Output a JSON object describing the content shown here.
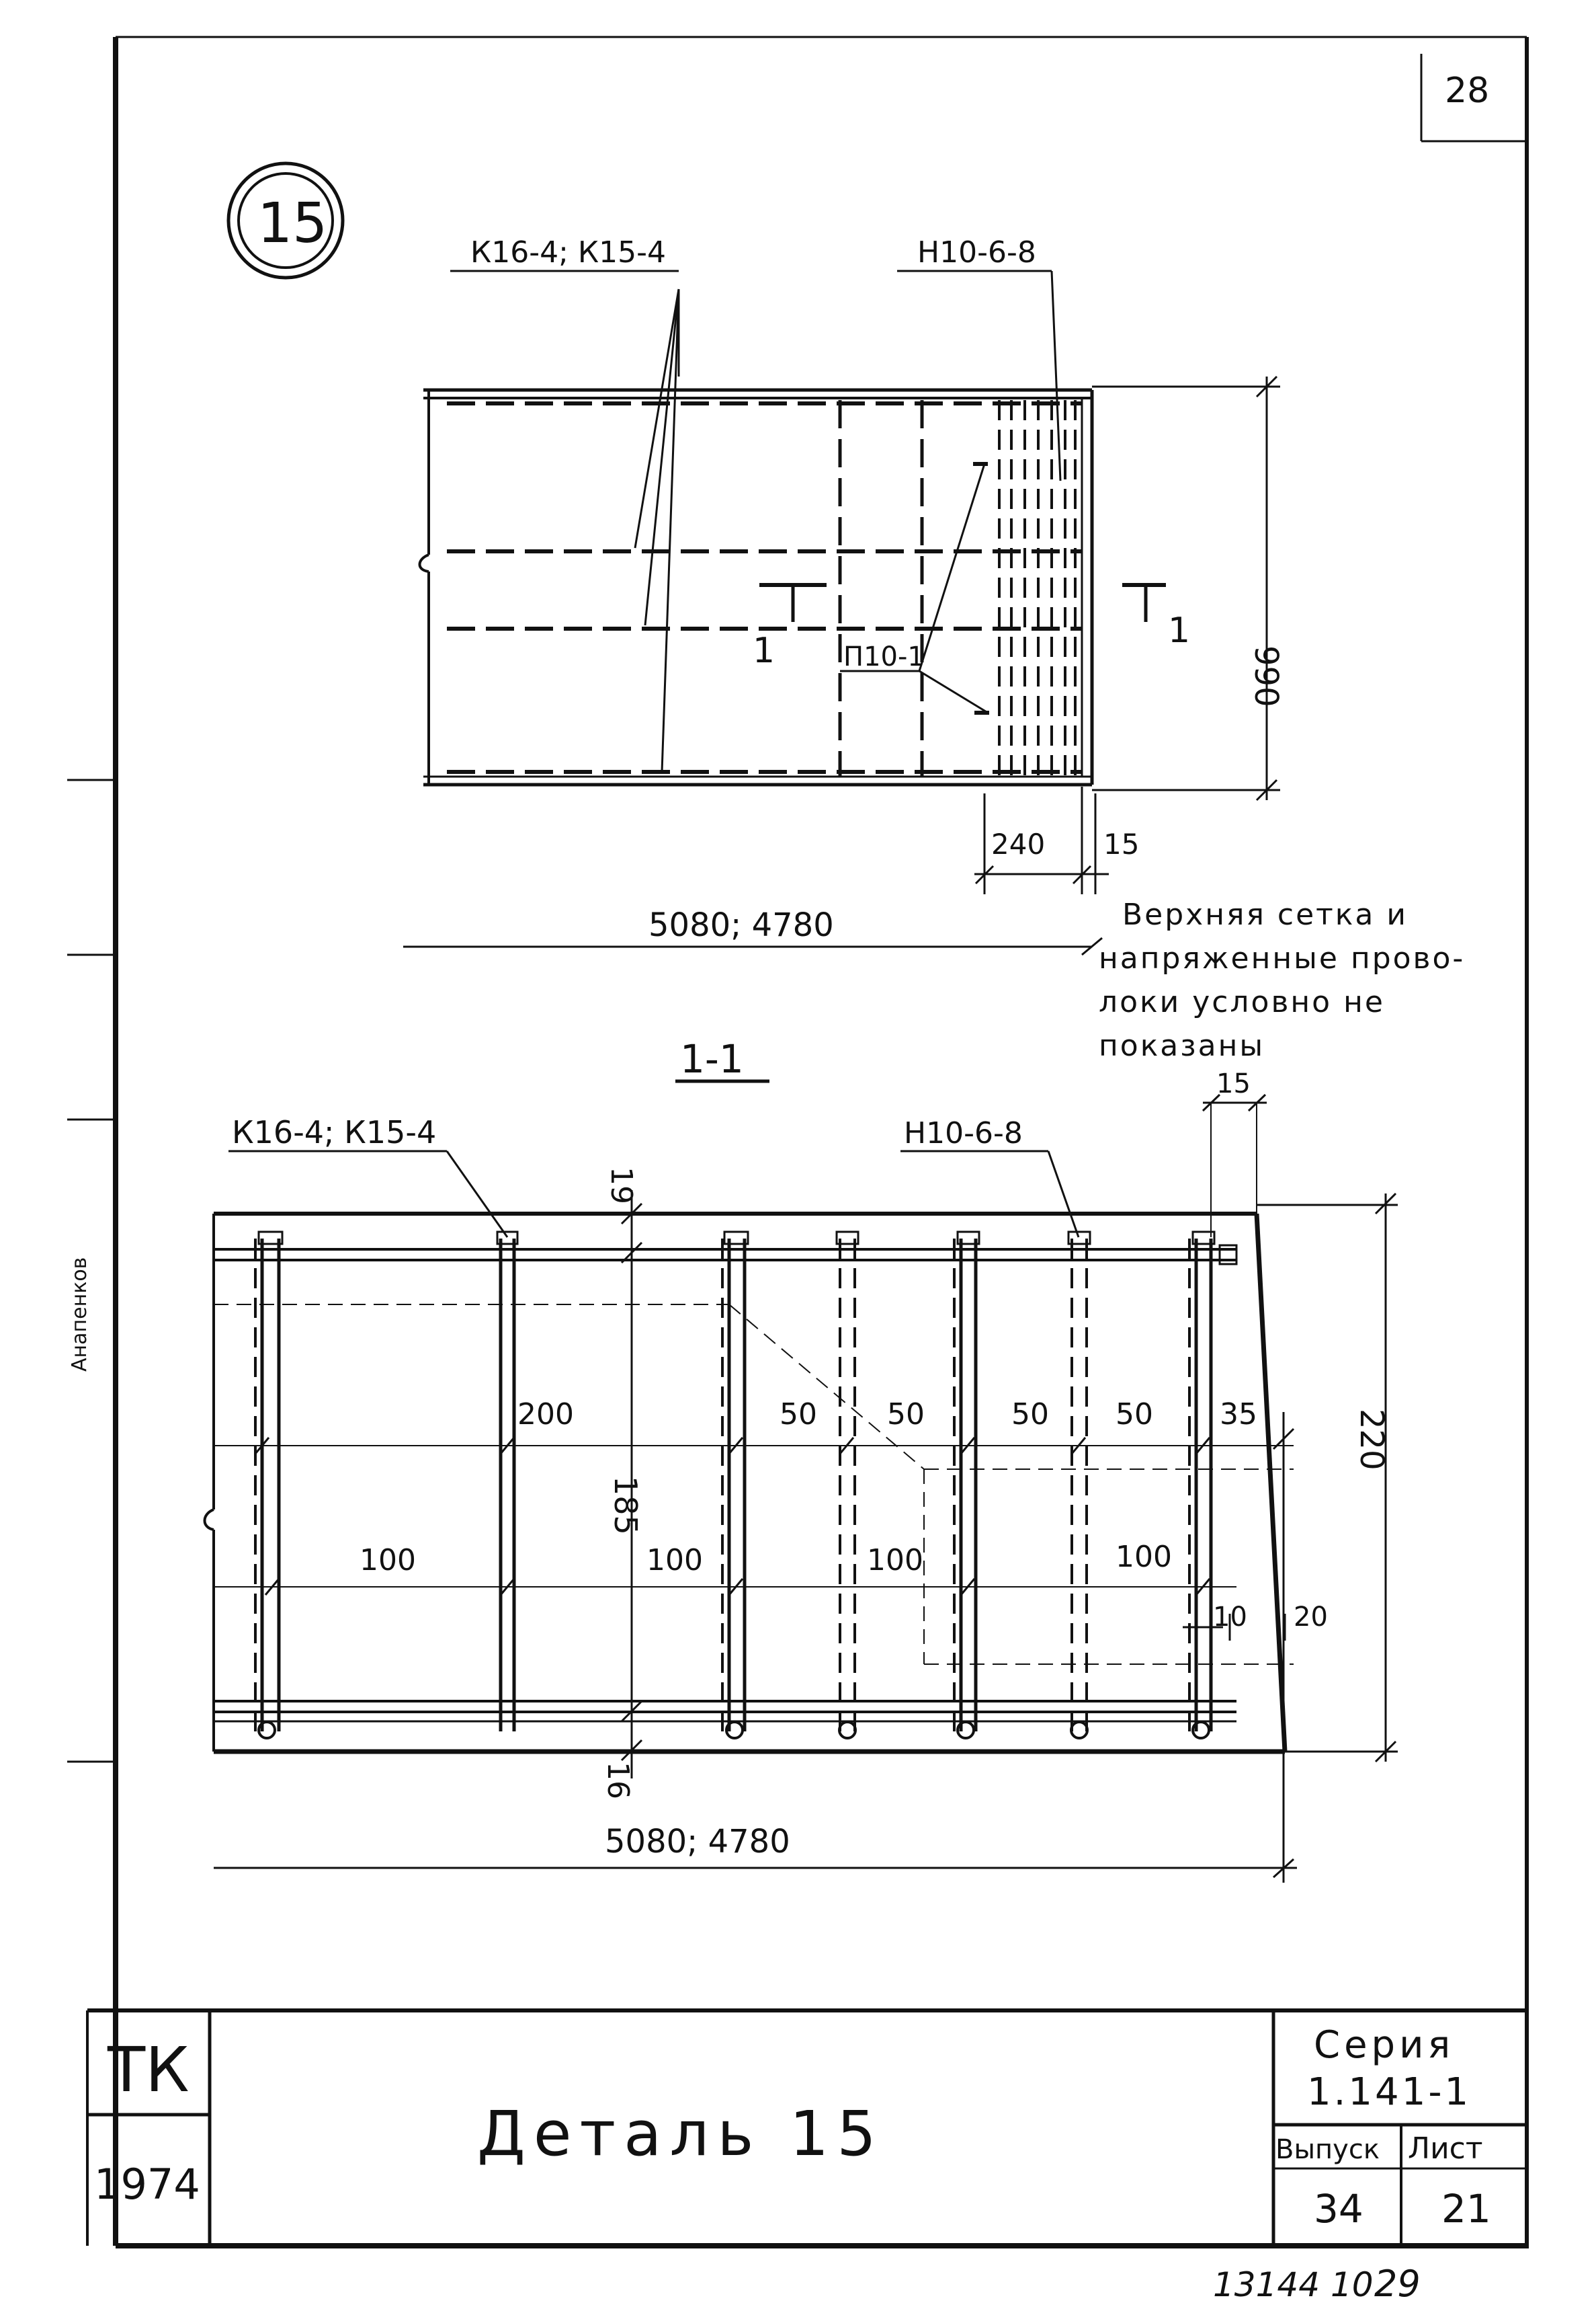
{
  "sheet_number": "28",
  "detail_marker": "15",
  "plan": {
    "callout_top_left": "К16-4; К15-4",
    "callout_top_right": "Н10-6-8",
    "callout_mid": "П10-1",
    "dim_height": "990",
    "dim_240": "240",
    "dim_15": "15",
    "dim_length": "5080; 4780",
    "section_mark_left": "1",
    "section_mark_right": "1"
  },
  "note": {
    "line1": "Верхняя сетка и",
    "line2": "напряженные прово-",
    "line3": "локи условно не",
    "line4": "показаны"
  },
  "section": {
    "title": "1-1",
    "callout_left": "К16-4; К15-4",
    "callout_right": "Н10-6-8",
    "dim_top_15": "15",
    "dim_19": "19",
    "dim_220": "220",
    "dim_185": "185",
    "dim_16": "16",
    "dim_200": "200",
    "dim_50a": "50",
    "dim_50b": "50",
    "dim_50c": "50",
    "dim_50d": "50",
    "dim_35": "35",
    "dim_100a": "100",
    "dim_100b": "100",
    "dim_100c": "100",
    "dim_100d": "100",
    "dim_10": "10",
    "dim_20": "20",
    "dim_length": "5080; 4780"
  },
  "title_block": {
    "org": "ТК",
    "year": "1974",
    "title": "Деталь 15",
    "series_label": "Серия",
    "series_value": "1.141-1",
    "issue_label": "Выпуск",
    "issue_value": "34",
    "sheet_label": "Лист",
    "sheet_value": "21"
  },
  "margin_signature": "Анапенков",
  "footer_stamp": "13144 10",
  "footer_number": "29"
}
